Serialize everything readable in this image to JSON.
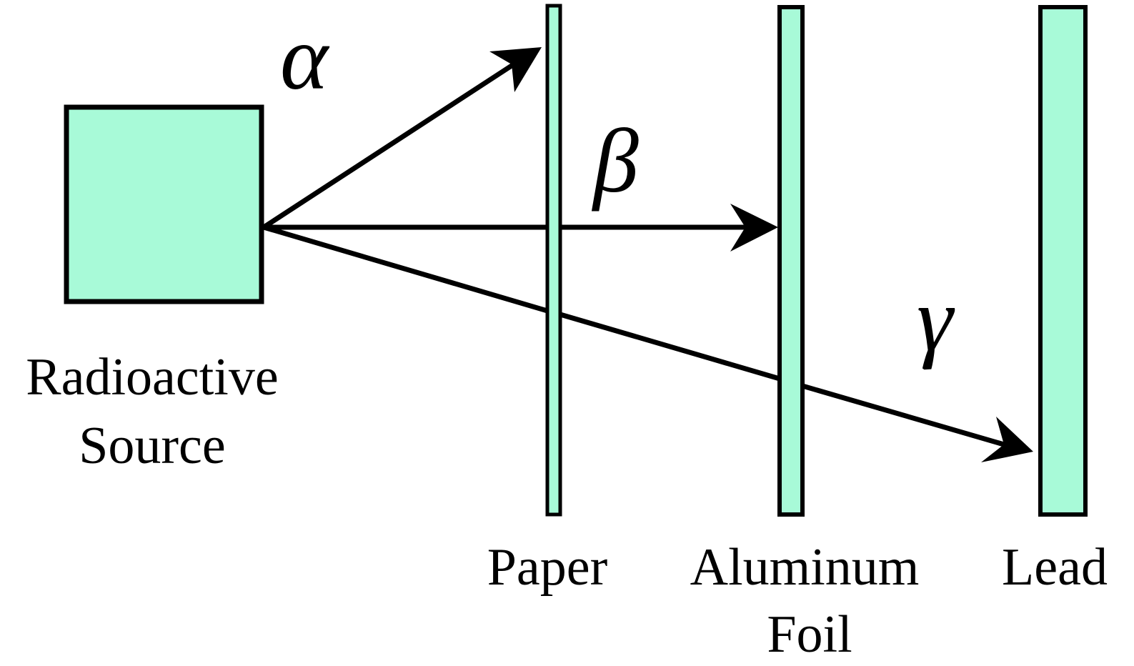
{
  "diagram": {
    "source": {
      "line1": "Radioactive",
      "line2": "Source"
    },
    "barriers": {
      "paper": "Paper",
      "aluminum_line1": "Aluminum",
      "aluminum_line2": "Foil",
      "lead": "Lead"
    },
    "rays": {
      "alpha": "α",
      "beta": "β",
      "gamma": "γ"
    }
  },
  "colors": {
    "fill": "#a8fad8",
    "stroke": "#000000"
  }
}
